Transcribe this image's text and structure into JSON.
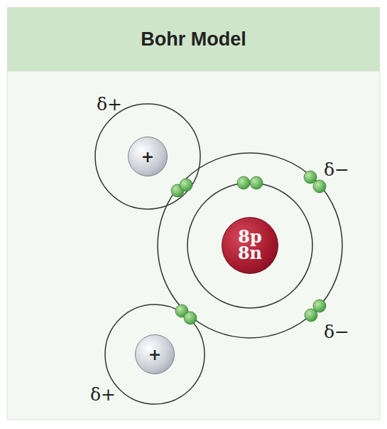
{
  "diagram": {
    "title": "Bohr Model",
    "nodes": [
      {
        "text": [
          "+"
        ]
      },
      {
        "text": [
          "8p 8n"
        ]
      },
      {
        "text": [
          "+"
        ]
      }
    ],
    "labels": [
      "δ+",
      "δ−",
      "δ−",
      "δ+"
    ]
  }
}
